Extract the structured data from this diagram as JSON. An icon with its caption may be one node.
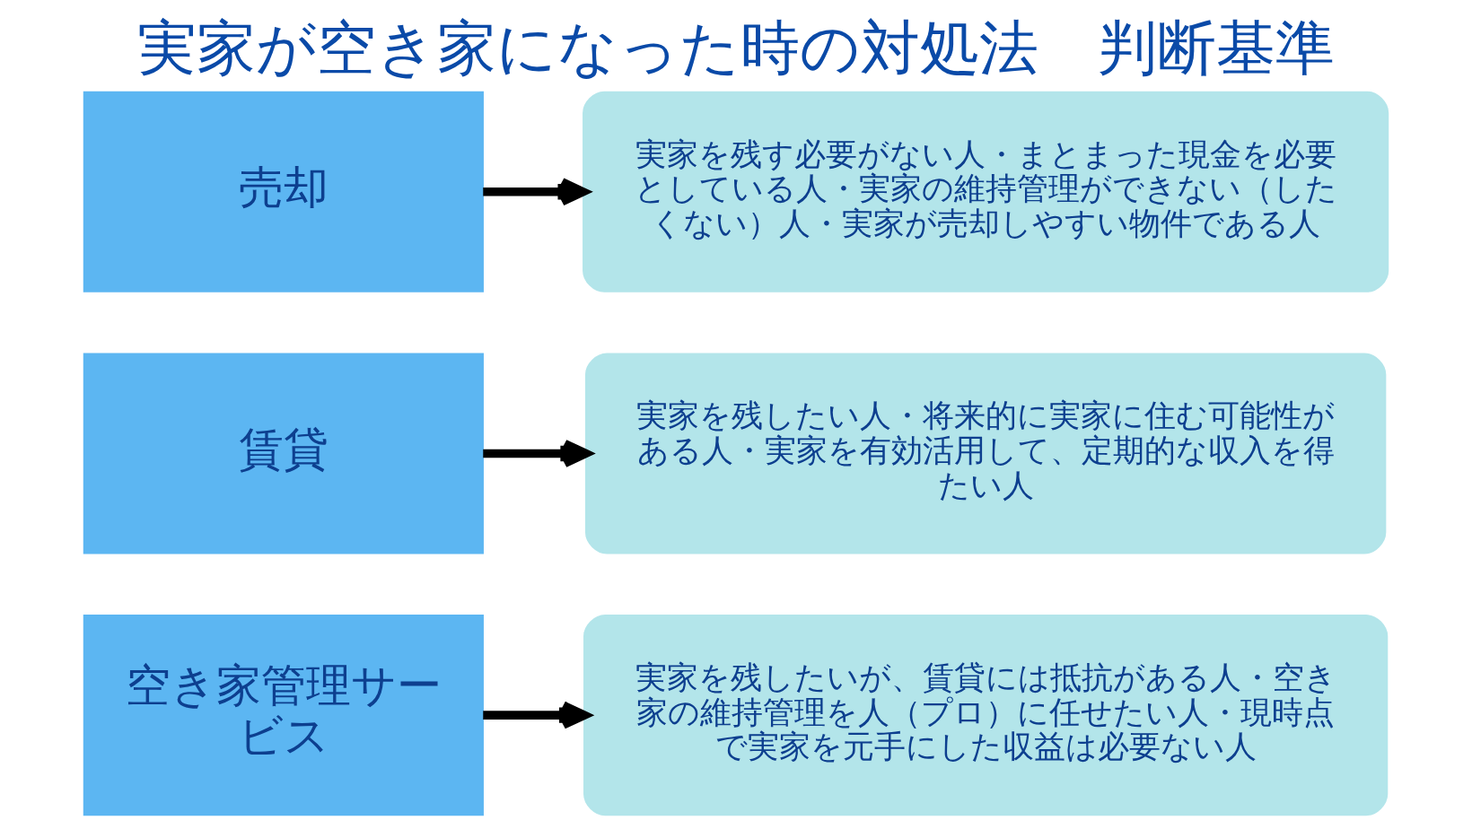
{
  "diagram": {
    "title": "実家が空き家になった時の対処法　判断基準",
    "nodes": [
      {
        "text": [
          "売却"
        ]
      },
      {
        "text": [
          "実家を残す必要がない人・まとまった現金を必要としている人・実家の維持管理ができない（したくない）人・実家が売却しやすい物件である人"
        ]
      },
      {
        "text": [
          "賃貸"
        ]
      },
      {
        "text": [
          "実家を残したい人・将来的に実家に住む可能性がある人・実家を有効活用して、定期的な収入を得たい人"
        ]
      },
      {
        "text": [
          "空き家管理サービス"
        ]
      },
      {
        "text": [
          "実家を残したいが、賃貸には抵抗がある人・空き家の維持管理を人（プロ）に任せたい人・現時点で実家を元手にした収益は必要ない人"
        ]
      }
    ],
    "edges": [
      {
        "from": 0,
        "to": 1,
        "arrow": "to"
      },
      {
        "from": 2,
        "to": 3,
        "arrow": "to"
      },
      {
        "from": 4,
        "to": 5,
        "arrow": "to"
      }
    ]
  }
}
